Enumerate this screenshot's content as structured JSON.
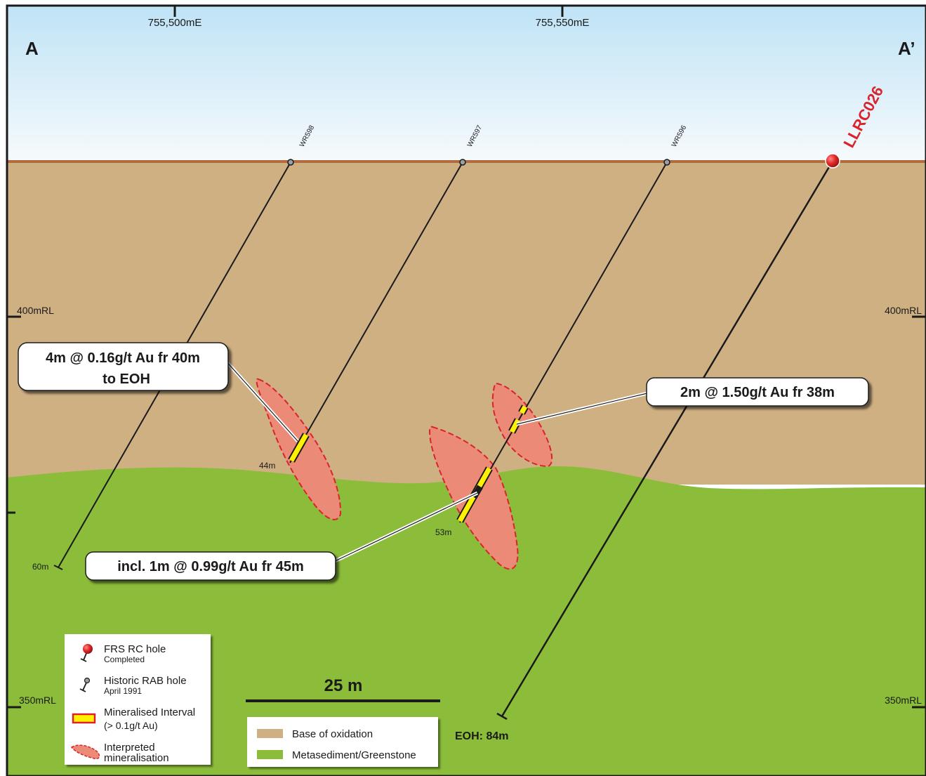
{
  "section": {
    "end_left": "A",
    "end_right": "A’",
    "easting_ticks": [
      "755,500mE",
      "755,550mE"
    ],
    "rl_labels": {
      "rl_400_left": "400mRL",
      "rl_400_right": "400mRL",
      "rl_350_left": "350mRL",
      "rl_350_right": "350mRL"
    }
  },
  "holes": {
    "wr598": {
      "name": "WR598",
      "type": "historic_rab",
      "depth_label": "60m"
    },
    "wr597": {
      "name": "WR597",
      "type": "historic_rab",
      "depth_label": "44m"
    },
    "wr596": {
      "name": "WR596",
      "type": "historic_rab",
      "depth_label": "53m"
    },
    "llrc026": {
      "name": "LLRC026",
      "type": "frs_rc",
      "eoh_label": "EOH: 84m",
      "color": "#d9232d"
    }
  },
  "callouts": {
    "c1_line1": "4m @ 0.16g/t Au fr 40m",
    "c1_line2": "to EOH",
    "c2": "2m @ 1.50g/t Au fr 38m",
    "c3": "incl. 1m @ 0.99g/t Au fr 45m"
  },
  "scale_bar": {
    "label": "25 m"
  },
  "legend_symbols": {
    "frs_title": "FRS RC hole",
    "frs_sub": "Completed",
    "rab_title": "Historic RAB hole",
    "rab_sub": "April 1991",
    "min_title": "Mineralised Interval",
    "min_sub": "(> 0.1g/t Au)",
    "interp_line1": "Interpreted",
    "interp_line2": "mineralisation"
  },
  "legend_units": {
    "oxidation": "Base of oxidation",
    "green": "Metasediment/Greenstone"
  },
  "colors": {
    "sky_top": "#bfe3f6",
    "sky_bottom": "#f4f9fc",
    "oxidised": "#cfb083",
    "greenstone": "#8bbd3a",
    "surface": "#b26b3f",
    "mineralisation": "#ec8a78",
    "mineralisation_edge": "#d9232d",
    "interval_fill": "#fff200",
    "hole_red": "#d9232d"
  }
}
